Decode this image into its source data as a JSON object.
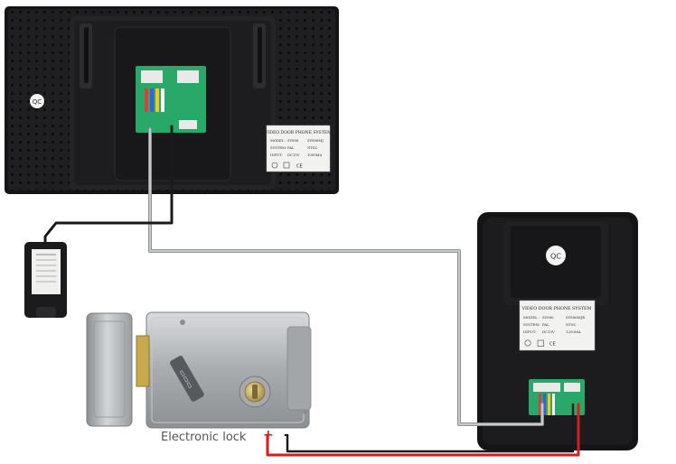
{
  "monitor": {
    "qc_sticker": "QC",
    "label": {
      "title": "VIDEO DOOR PHONE SYSTEM",
      "model_key": "MODEL :",
      "model_val": "SY806",
      "model_alt": "SY806MJ",
      "system_key": "SYSTEM:",
      "system_a": "PAL",
      "system_b": "NTSC",
      "input_key": "INPUT:",
      "input_val": "DC15V",
      "input_amp": "1000MA"
    }
  },
  "door_station": {
    "qc_sticker": "QC",
    "label": {
      "title": "VIDEO DOOR PHONE SYSTEM",
      "model_key": "MODEL :",
      "model_val": "SY806",
      "model_alt": "SY806MJR",
      "system_key": "SYSTEM:",
      "system_a": "PAL",
      "system_b": "NTSC",
      "input_key": "INPUT:",
      "input_val": "DC15V",
      "input_amp": "1200MA"
    }
  },
  "lock": {
    "caption": "Electronic lock",
    "plus": "+",
    "minus": "-"
  },
  "colors": {
    "device_body": "#1c1c1e",
    "pcb": "#2aa86a",
    "cable_gray": "#a6a8aa",
    "cable_black": "#1a1a1a",
    "cable_red": "#d61c1c",
    "lock_metal": "#b6b9bc"
  }
}
